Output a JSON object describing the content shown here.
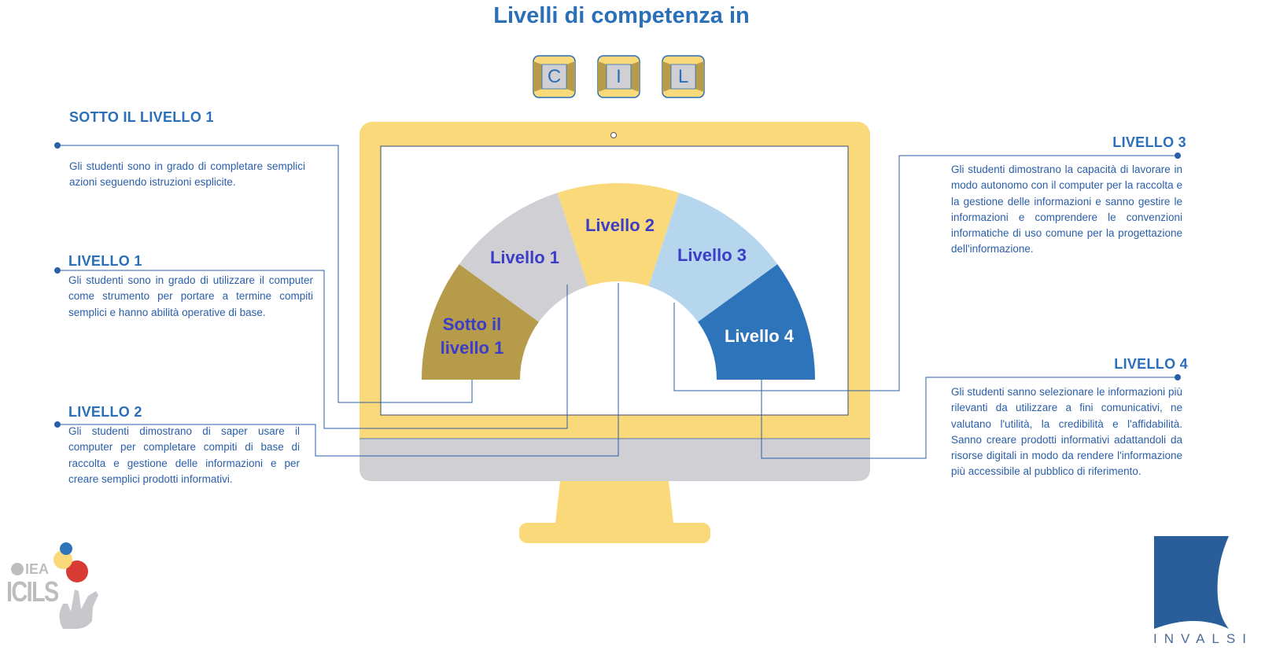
{
  "title": "Livelli di competenza in",
  "keys": [
    "C",
    "I",
    "L"
  ],
  "levels": [
    {
      "heading": "SOTTO IL LIVELLO 1",
      "gauge_label_line1": "Sotto il",
      "gauge_label_line2": "livello 1",
      "color": "#b59b4a",
      "text": "Gli studenti sono in grado di completare semplici azioni seguendo istruzioni esplicite."
    },
    {
      "heading": "LIVELLO 1",
      "gauge_label": "Livello 1",
      "color": "#d0d0d4",
      "text": "Gli studenti sono in grado di utilizzare il computer come strumento per portare a termine compiti semplici e hanno abilità operative di base."
    },
    {
      "heading": "LIVELLO 2",
      "gauge_label": "Livello 2",
      "color": "#fad97a",
      "text": "Gli studenti dimostrano di saper usare il computer per completare compiti di base di raccolta e gestione delle informazioni e per creare semplici prodotti informativi."
    },
    {
      "heading": "LIVELLO 3",
      "gauge_label": "Livello 3",
      "color": "#b6d6ee",
      "text": "Gli studenti dimostrano la capacità di lavorare in modo autonomo con il computer per la raccolta e la gestione delle informazioni e sanno gestire le informazioni e comprendere le convenzioni informatiche di uso comune per la progettazione dell'informazione."
    },
    {
      "heading": "LIVELLO 4",
      "gauge_label": "Livello 4",
      "color": "#2e74bb",
      "text": "Gli studenti sanno selezionare le informazioni più rilevanti da utilizzare a fini comunicativi, ne valutano l'utilità, la credibilità e l'affidabilità. Sanno creare prodotti informativi adattandoli da risorse digitali in modo da rendere l'informazione più accessibile al pubblico di riferimento."
    }
  ],
  "logos": {
    "iea": "IEA",
    "icils": "ICILS",
    "invalsi": "INVALSI"
  },
  "colors": {
    "heading": "#2a6fb8",
    "text": "#2a5ea8",
    "monitor": "#fad97a",
    "chin": "#d0d0d4",
    "line": "#2a5ea8"
  }
}
